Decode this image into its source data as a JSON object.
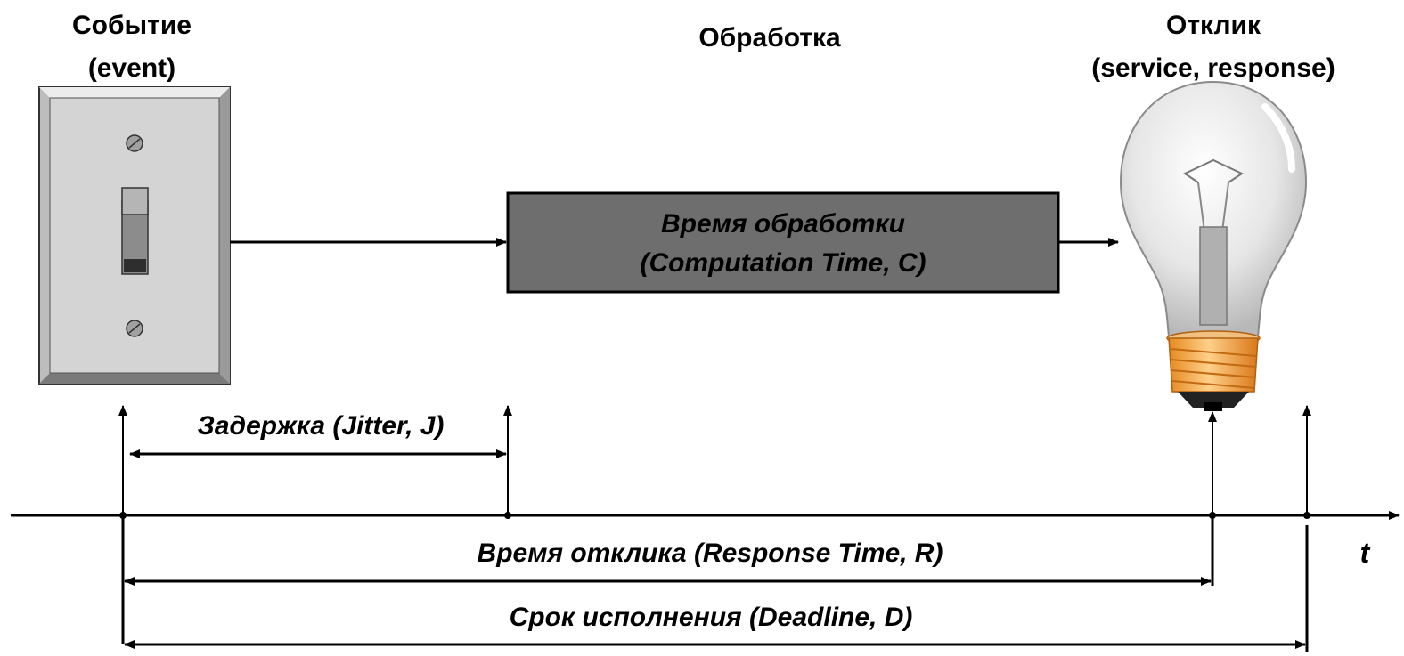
{
  "event": {
    "title_line1": "Событие",
    "title_line2": "(event)"
  },
  "processing": {
    "title": "Обработка"
  },
  "response": {
    "title_line1": "Отклик",
    "title_line2": "(service, response)"
  },
  "computation_box": {
    "line1": "Время обработки",
    "line2": "(Computation Time, C)"
  },
  "jitter": {
    "label": "Задержка (Jitter, J)"
  },
  "response_time": {
    "label": "Время отклика (Response Time, R)"
  },
  "deadline": {
    "label": "Срок  исполнения (Deadline, D)"
  },
  "time_axis": {
    "label": "t"
  },
  "colors": {
    "box_fill": "#6e6e6e",
    "plate": "#d4d4d4",
    "bulb_base": "#f5a23a"
  }
}
